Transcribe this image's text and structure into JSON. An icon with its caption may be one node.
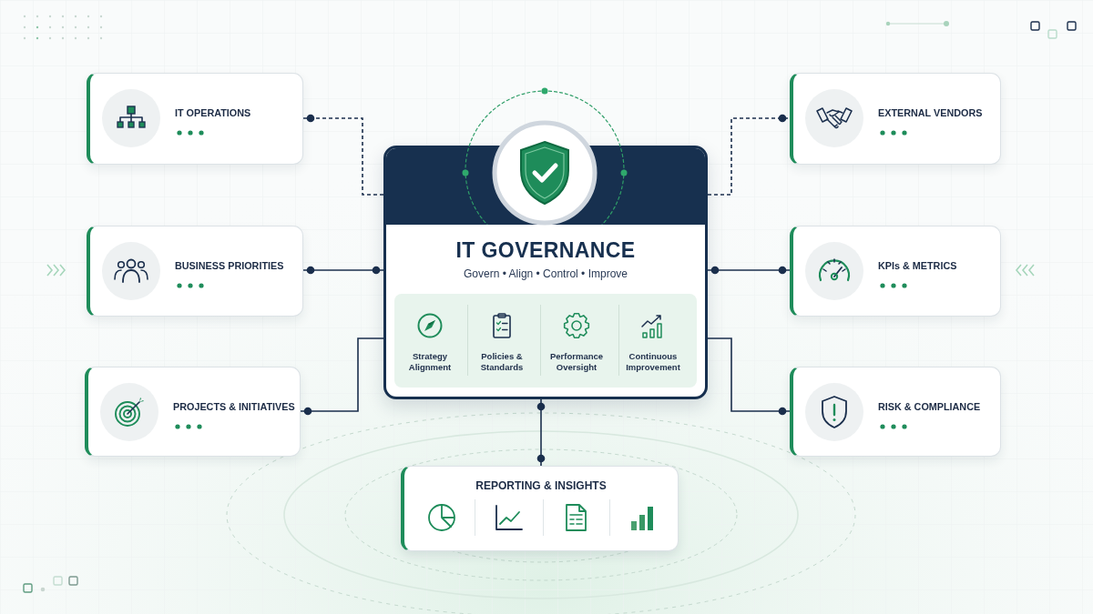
{
  "diagram": {
    "nodes": [
      {
        "text": [
          "IT GOVERNANCE",
          "Govern • Align • Control • Improve"
        ]
      },
      {
        "text": [
          "Strategy Alignment",
          "Policies & Standards",
          "Performance Oversight",
          "Continuous Improvement"
        ],
        "in": 0
      },
      {
        "text": [
          "IT OPERATIONS"
        ]
      },
      {
        "text": [
          "BUSINESS PRIORITIES"
        ]
      },
      {
        "text": [
          "PROJECTS & INITIATIVES"
        ]
      },
      {
        "text": [
          "EXTERNAL VENDORS"
        ]
      },
      {
        "text": [
          "KPIs & METRICS"
        ]
      },
      {
        "text": [
          "RISK & COMPLIANCE"
        ]
      },
      {
        "text": [
          "REPORTING & INSIGHTS"
        ]
      }
    ],
    "edges": [
      {
        "from": 0,
        "to": 2,
        "arrow": "other",
        "style": "dashed"
      },
      {
        "from": 0,
        "to": 3,
        "arrow": "other"
      },
      {
        "from": 0,
        "to": 4,
        "arrow": "other"
      },
      {
        "from": 0,
        "to": 5,
        "arrow": "other",
        "style": "dashed"
      },
      {
        "from": 0,
        "to": 6,
        "arrow": "other"
      },
      {
        "from": 0,
        "to": 7,
        "arrow": "other"
      },
      {
        "from": 0,
        "to": 8,
        "arrow": "other"
      }
    ]
  }
}
